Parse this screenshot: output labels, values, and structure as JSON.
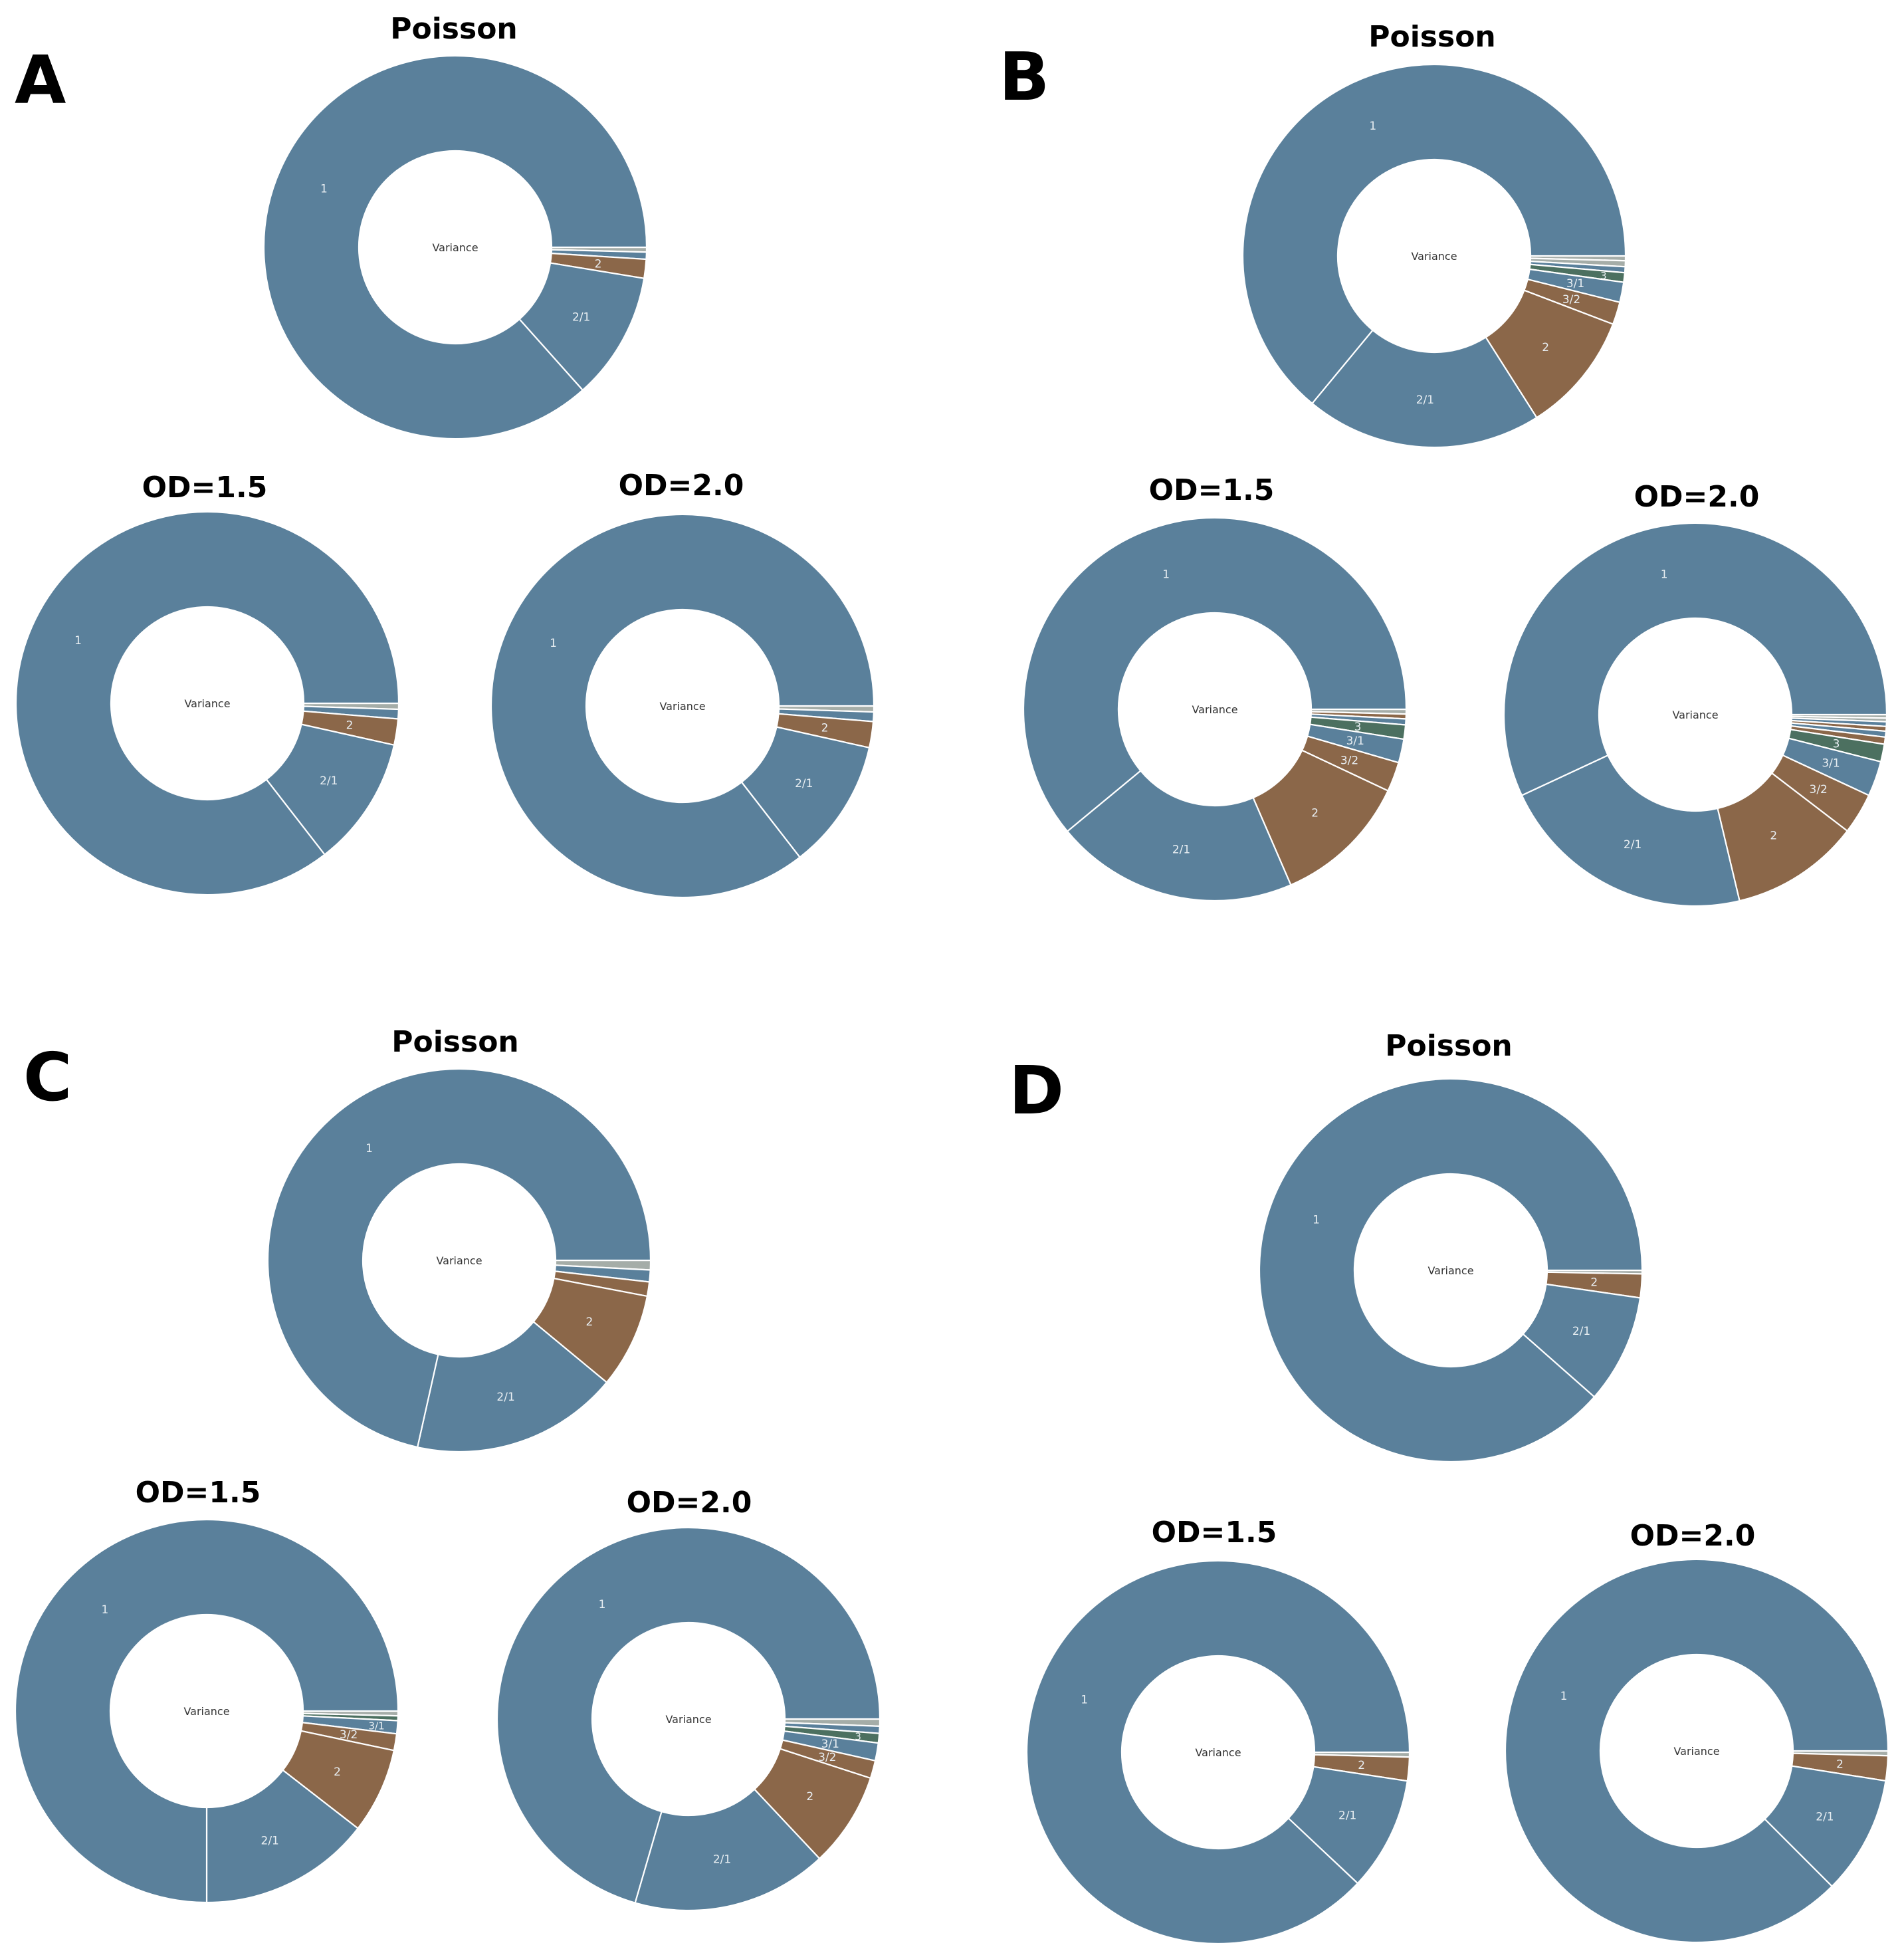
{
  "colors": {
    "blue": "#5a809b",
    "brown": "#8b6749",
    "green": "#4c7060",
    "grey": "#a5ada8",
    "separator": "#ffffff",
    "label_light": "#e8eef2"
  },
  "chart_data": [
    {
      "panel": "A",
      "type": "pie",
      "charts": [
        {
          "title": "Poisson",
          "center": "Variance",
          "slices": [
            {
              "label": "1",
              "value": 86.6,
              "color": "blue"
            },
            {
              "label": "2/1",
              "value": 10.8,
              "color": "blue"
            },
            {
              "label": "2",
              "value": 1.6,
              "color": "brown"
            },
            {
              "label": "",
              "value": 0.6,
              "color": "blue"
            },
            {
              "label": "",
              "value": 0.4,
              "color": "grey"
            }
          ]
        },
        {
          "title": "OD=1.5",
          "center": "Variance",
          "slices": [
            {
              "label": "1",
              "value": 85.5,
              "color": "blue"
            },
            {
              "label": "2/1",
              "value": 11.0,
              "color": "blue"
            },
            {
              "label": "2",
              "value": 2.2,
              "color": "brown"
            },
            {
              "label": "",
              "value": 0.8,
              "color": "blue"
            },
            {
              "label": "",
              "value": 0.5,
              "color": "grey"
            }
          ]
        },
        {
          "title": "OD=2.0",
          "center": "Variance",
          "slices": [
            {
              "label": "1",
              "value": 85.5,
              "color": "blue"
            },
            {
              "label": "2/1",
              "value": 11.0,
              "color": "blue"
            },
            {
              "label": "2",
              "value": 2.2,
              "color": "brown"
            },
            {
              "label": "",
              "value": 0.8,
              "color": "blue"
            },
            {
              "label": "",
              "value": 0.5,
              "color": "grey"
            }
          ]
        }
      ]
    },
    {
      "panel": "B",
      "type": "pie",
      "charts": [
        {
          "title": "Poisson",
          "center": "Variance",
          "slices": [
            {
              "label": "1",
              "value": 64.0,
              "color": "blue"
            },
            {
              "label": "2/1",
              "value": 20.0,
              "color": "blue"
            },
            {
              "label": "2",
              "value": 10.2,
              "color": "brown"
            },
            {
              "label": "3/2",
              "value": 1.9,
              "color": "brown"
            },
            {
              "label": "3/1",
              "value": 1.7,
              "color": "blue"
            },
            {
              "label": "3",
              "value": 0.8,
              "color": "green"
            },
            {
              "label": "",
              "value": 0.5,
              "color": "blue"
            },
            {
              "label": "",
              "value": 0.5,
              "color": "grey"
            },
            {
              "label": "",
              "value": 0.4,
              "color": "grey"
            }
          ]
        },
        {
          "title": "OD=1.5",
          "center": "Variance",
          "slices": [
            {
              "label": "1",
              "value": 61.0,
              "color": "blue"
            },
            {
              "label": "2/1",
              "value": 20.5,
              "color": "blue"
            },
            {
              "label": "2",
              "value": 11.5,
              "color": "brown"
            },
            {
              "label": "3/2",
              "value": 2.5,
              "color": "brown"
            },
            {
              "label": "3/1",
              "value": 2.0,
              "color": "blue"
            },
            {
              "label": "3",
              "value": 1.2,
              "color": "green"
            },
            {
              "label": "",
              "value": 0.5,
              "color": "blue"
            },
            {
              "label": "",
              "value": 0.4,
              "color": "brown"
            },
            {
              "label": "",
              "value": 0.4,
              "color": "grey"
            }
          ]
        },
        {
          "title": "OD=2.0",
          "center": "Variance",
          "slices": [
            {
              "label": "1",
              "value": 57.5,
              "color": "blue"
            },
            {
              "label": "2/1",
              "value": 22.0,
              "color": "blue"
            },
            {
              "label": "2",
              "value": 11.0,
              "color": "brown"
            },
            {
              "label": "3/2",
              "value": 3.5,
              "color": "brown"
            },
            {
              "label": "3/1",
              "value": 3.0,
              "color": "blue"
            },
            {
              "label": "3",
              "value": 1.5,
              "color": "green"
            },
            {
              "label": "",
              "value": 0.6,
              "color": "brown"
            },
            {
              "label": "",
              "value": 0.5,
              "color": "blue"
            },
            {
              "label": "",
              "value": 0.4,
              "color": "brown"
            },
            {
              "label": "",
              "value": 0.4,
              "color": "blue"
            },
            {
              "label": "",
              "value": 0.3,
              "color": "grey"
            },
            {
              "label": "",
              "value": 0.3,
              "color": "grey"
            }
          ]
        }
      ]
    },
    {
      "panel": "C",
      "type": "pie",
      "charts": [
        {
          "title": "Poisson",
          "center": "Variance",
          "slices": [
            {
              "label": "1",
              "value": 71.5,
              "color": "blue"
            },
            {
              "label": "2/1",
              "value": 17.5,
              "color": "blue"
            },
            {
              "label": "2",
              "value": 8.0,
              "color": "brown"
            },
            {
              "label": "",
              "value": 1.2,
              "color": "brown"
            },
            {
              "label": "",
              "value": 1.0,
              "color": "blue"
            },
            {
              "label": "",
              "value": 0.8,
              "color": "grey"
            }
          ]
        },
        {
          "title": "OD=1.5",
          "center": "Variance",
          "slices": [
            {
              "label": "1",
              "value": 75.0,
              "color": "blue"
            },
            {
              "label": "2/1",
              "value": 14.5,
              "color": "blue"
            },
            {
              "label": "2",
              "value": 7.2,
              "color": "brown"
            },
            {
              "label": "3/2",
              "value": 1.4,
              "color": "brown"
            },
            {
              "label": "3/1",
              "value": 1.1,
              "color": "blue"
            },
            {
              "label": "",
              "value": 0.4,
              "color": "green"
            },
            {
              "label": "",
              "value": 0.4,
              "color": "grey"
            }
          ]
        },
        {
          "title": "OD=2.0",
          "center": "Variance",
          "slices": [
            {
              "label": "1",
              "value": 70.5,
              "color": "blue"
            },
            {
              "label": "2/1",
              "value": 16.5,
              "color": "blue"
            },
            {
              "label": "2",
              "value": 8.0,
              "color": "brown"
            },
            {
              "label": "3/2",
              "value": 1.5,
              "color": "brown"
            },
            {
              "label": "3/1",
              "value": 1.5,
              "color": "blue"
            },
            {
              "label": "3",
              "value": 0.8,
              "color": "green"
            },
            {
              "label": "",
              "value": 0.6,
              "color": "blue"
            },
            {
              "label": "",
              "value": 0.6,
              "color": "grey"
            }
          ]
        }
      ]
    },
    {
      "panel": "D",
      "type": "pie",
      "charts": [
        {
          "title": "Poisson",
          "center": "Variance",
          "slices": [
            {
              "label": "1",
              "value": 88.5,
              "color": "blue"
            },
            {
              "label": "2/1",
              "value": 9.2,
              "color": "blue"
            },
            {
              "label": "2",
              "value": 2.0,
              "color": "brown"
            },
            {
              "label": "",
              "value": 0.3,
              "color": "grey"
            }
          ]
        },
        {
          "title": "OD=1.5",
          "center": "Variance",
          "slices": [
            {
              "label": "1",
              "value": 88.0,
              "color": "blue"
            },
            {
              "label": "2/1",
              "value": 9.6,
              "color": "blue"
            },
            {
              "label": "2",
              "value": 2.0,
              "color": "brown"
            },
            {
              "label": "",
              "value": 0.4,
              "color": "grey"
            }
          ]
        },
        {
          "title": "OD=2.0",
          "center": "Variance",
          "slices": [
            {
              "label": "1",
              "value": 87.5,
              "color": "blue"
            },
            {
              "label": "2/1",
              "value": 10.0,
              "color": "blue"
            },
            {
              "label": "2",
              "value": 2.1,
              "color": "brown"
            },
            {
              "label": "",
              "value": 0.4,
              "color": "grey"
            }
          ]
        }
      ]
    }
  ]
}
